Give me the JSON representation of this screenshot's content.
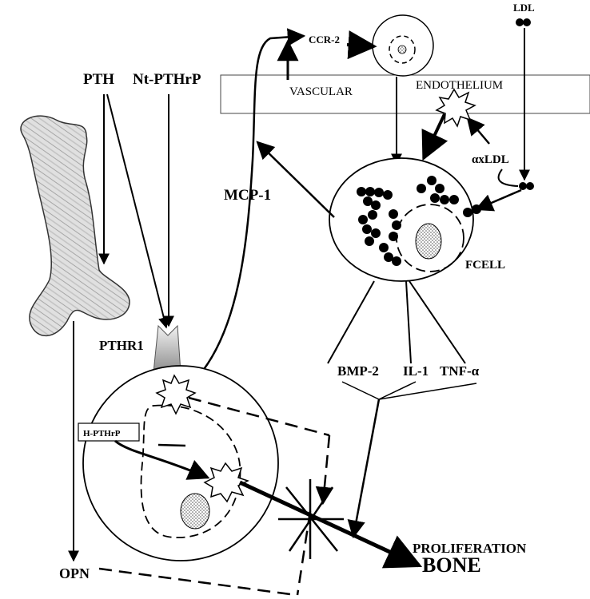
{
  "labels": {
    "pth": "PTH",
    "nt_pthrp": "Nt-PTHrP",
    "ccr2": "CCR-2",
    "ldl": "LDL",
    "vascular": "VASCULAR",
    "endothelium": "ENDOTHELIUM",
    "oxldl": "αxLDL",
    "mcp1": "MCP-1",
    "fcell": "FCELL",
    "pthr1": "PTHR1",
    "bmp2": "BMP-2",
    "il1": "IL-1",
    "tnfa": "TNF-α",
    "h_pthrp": "H-PTHrP",
    "proliferation": "PROLIFERATION",
    "bone": "BONE",
    "opn": "OPN"
  },
  "colors": {
    "ink": "#000000",
    "receptor_light": "#e8e8e8",
    "receptor_dark": "#8a8a8a",
    "bone_fill": "#d9d9d9"
  },
  "icons": {
    "bone": "femur-bone-icon",
    "receptor": "chevron-receptor-icon",
    "signal": "starburst-icon",
    "inhibition": "cross-block-icon"
  }
}
